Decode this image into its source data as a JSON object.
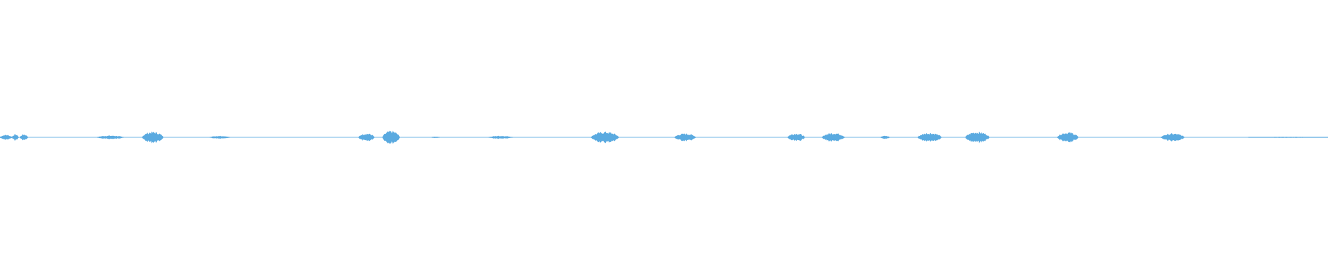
{
  "waveform": {
    "color": "#5aaae0",
    "baseline_color": "#6fb4e6",
    "duration_fraction_visible": 1.0,
    "segments": [
      {
        "start": 0.0,
        "end": 0.009,
        "amplitude": 0.01
      },
      {
        "start": 0.009,
        "end": 0.014,
        "amplitude": 0.012
      },
      {
        "start": 0.015,
        "end": 0.021,
        "amplitude": 0.012
      },
      {
        "start": 0.073,
        "end": 0.093,
        "amplitude": 0.007
      },
      {
        "start": 0.107,
        "end": 0.123,
        "amplitude": 0.022
      },
      {
        "start": 0.158,
        "end": 0.173,
        "amplitude": 0.006
      },
      {
        "start": 0.27,
        "end": 0.282,
        "amplitude": 0.016
      },
      {
        "start": 0.288,
        "end": 0.301,
        "amplitude": 0.025
      },
      {
        "start": 0.325,
        "end": 0.331,
        "amplitude": 0.003
      },
      {
        "start": 0.368,
        "end": 0.386,
        "amplitude": 0.006
      },
      {
        "start": 0.445,
        "end": 0.466,
        "amplitude": 0.022
      },
      {
        "start": 0.508,
        "end": 0.524,
        "amplitude": 0.015
      },
      {
        "start": 0.593,
        "end": 0.606,
        "amplitude": 0.016
      },
      {
        "start": 0.619,
        "end": 0.636,
        "amplitude": 0.018
      },
      {
        "start": 0.663,
        "end": 0.67,
        "amplitude": 0.006
      },
      {
        "start": 0.691,
        "end": 0.709,
        "amplitude": 0.018
      },
      {
        "start": 0.727,
        "end": 0.745,
        "amplitude": 0.022
      },
      {
        "start": 0.796,
        "end": 0.812,
        "amplitude": 0.02
      },
      {
        "start": 0.874,
        "end": 0.892,
        "amplitude": 0.015
      },
      {
        "start": 0.94,
        "end": 1.0,
        "amplitude": 0.002
      }
    ]
  }
}
